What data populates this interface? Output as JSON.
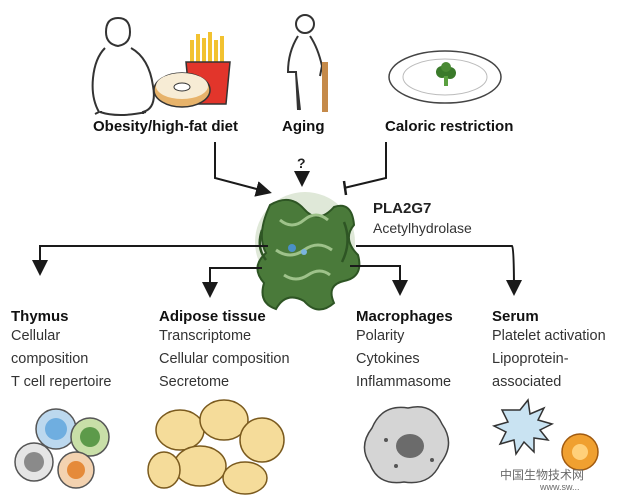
{
  "causes": [
    {
      "label": "Obesity/high-fat diet",
      "icon": "obese-person-with-donut-and-fries-icon"
    },
    {
      "label": "Aging",
      "icon": "elderly-person-with-cane-icon"
    },
    {
      "label": "Caloric restriction",
      "icon": "plate-with-broccoli-icon"
    }
  ],
  "aging_question": "?",
  "protein": {
    "name": "PLA2G7",
    "subtitle": "Acetylhydrolase"
  },
  "targets": [
    {
      "title": "Thymus",
      "items": [
        "Cellular",
        "composition",
        "T cell repertoire"
      ]
    },
    {
      "title": "Adipose tissue",
      "items": [
        "Transcriptome",
        "Cellular composition",
        "Secretome"
      ]
    },
    {
      "title": "Macrophages",
      "items": [
        "Polarity",
        "Cytokines",
        "Inflammasome"
      ]
    },
    {
      "title": "Serum",
      "items": [
        "Platelet activation",
        "Lipoprotein-",
        "associated"
      ]
    }
  ],
  "watermark": {
    "text": "中国生物技术网",
    "sub": "www.sw..."
  },
  "colors": {
    "protein_green": "#4a7a3a",
    "arrow": "#1a1a1a",
    "donut": "#e7b36b",
    "fries_box": "#e2352b"
  }
}
